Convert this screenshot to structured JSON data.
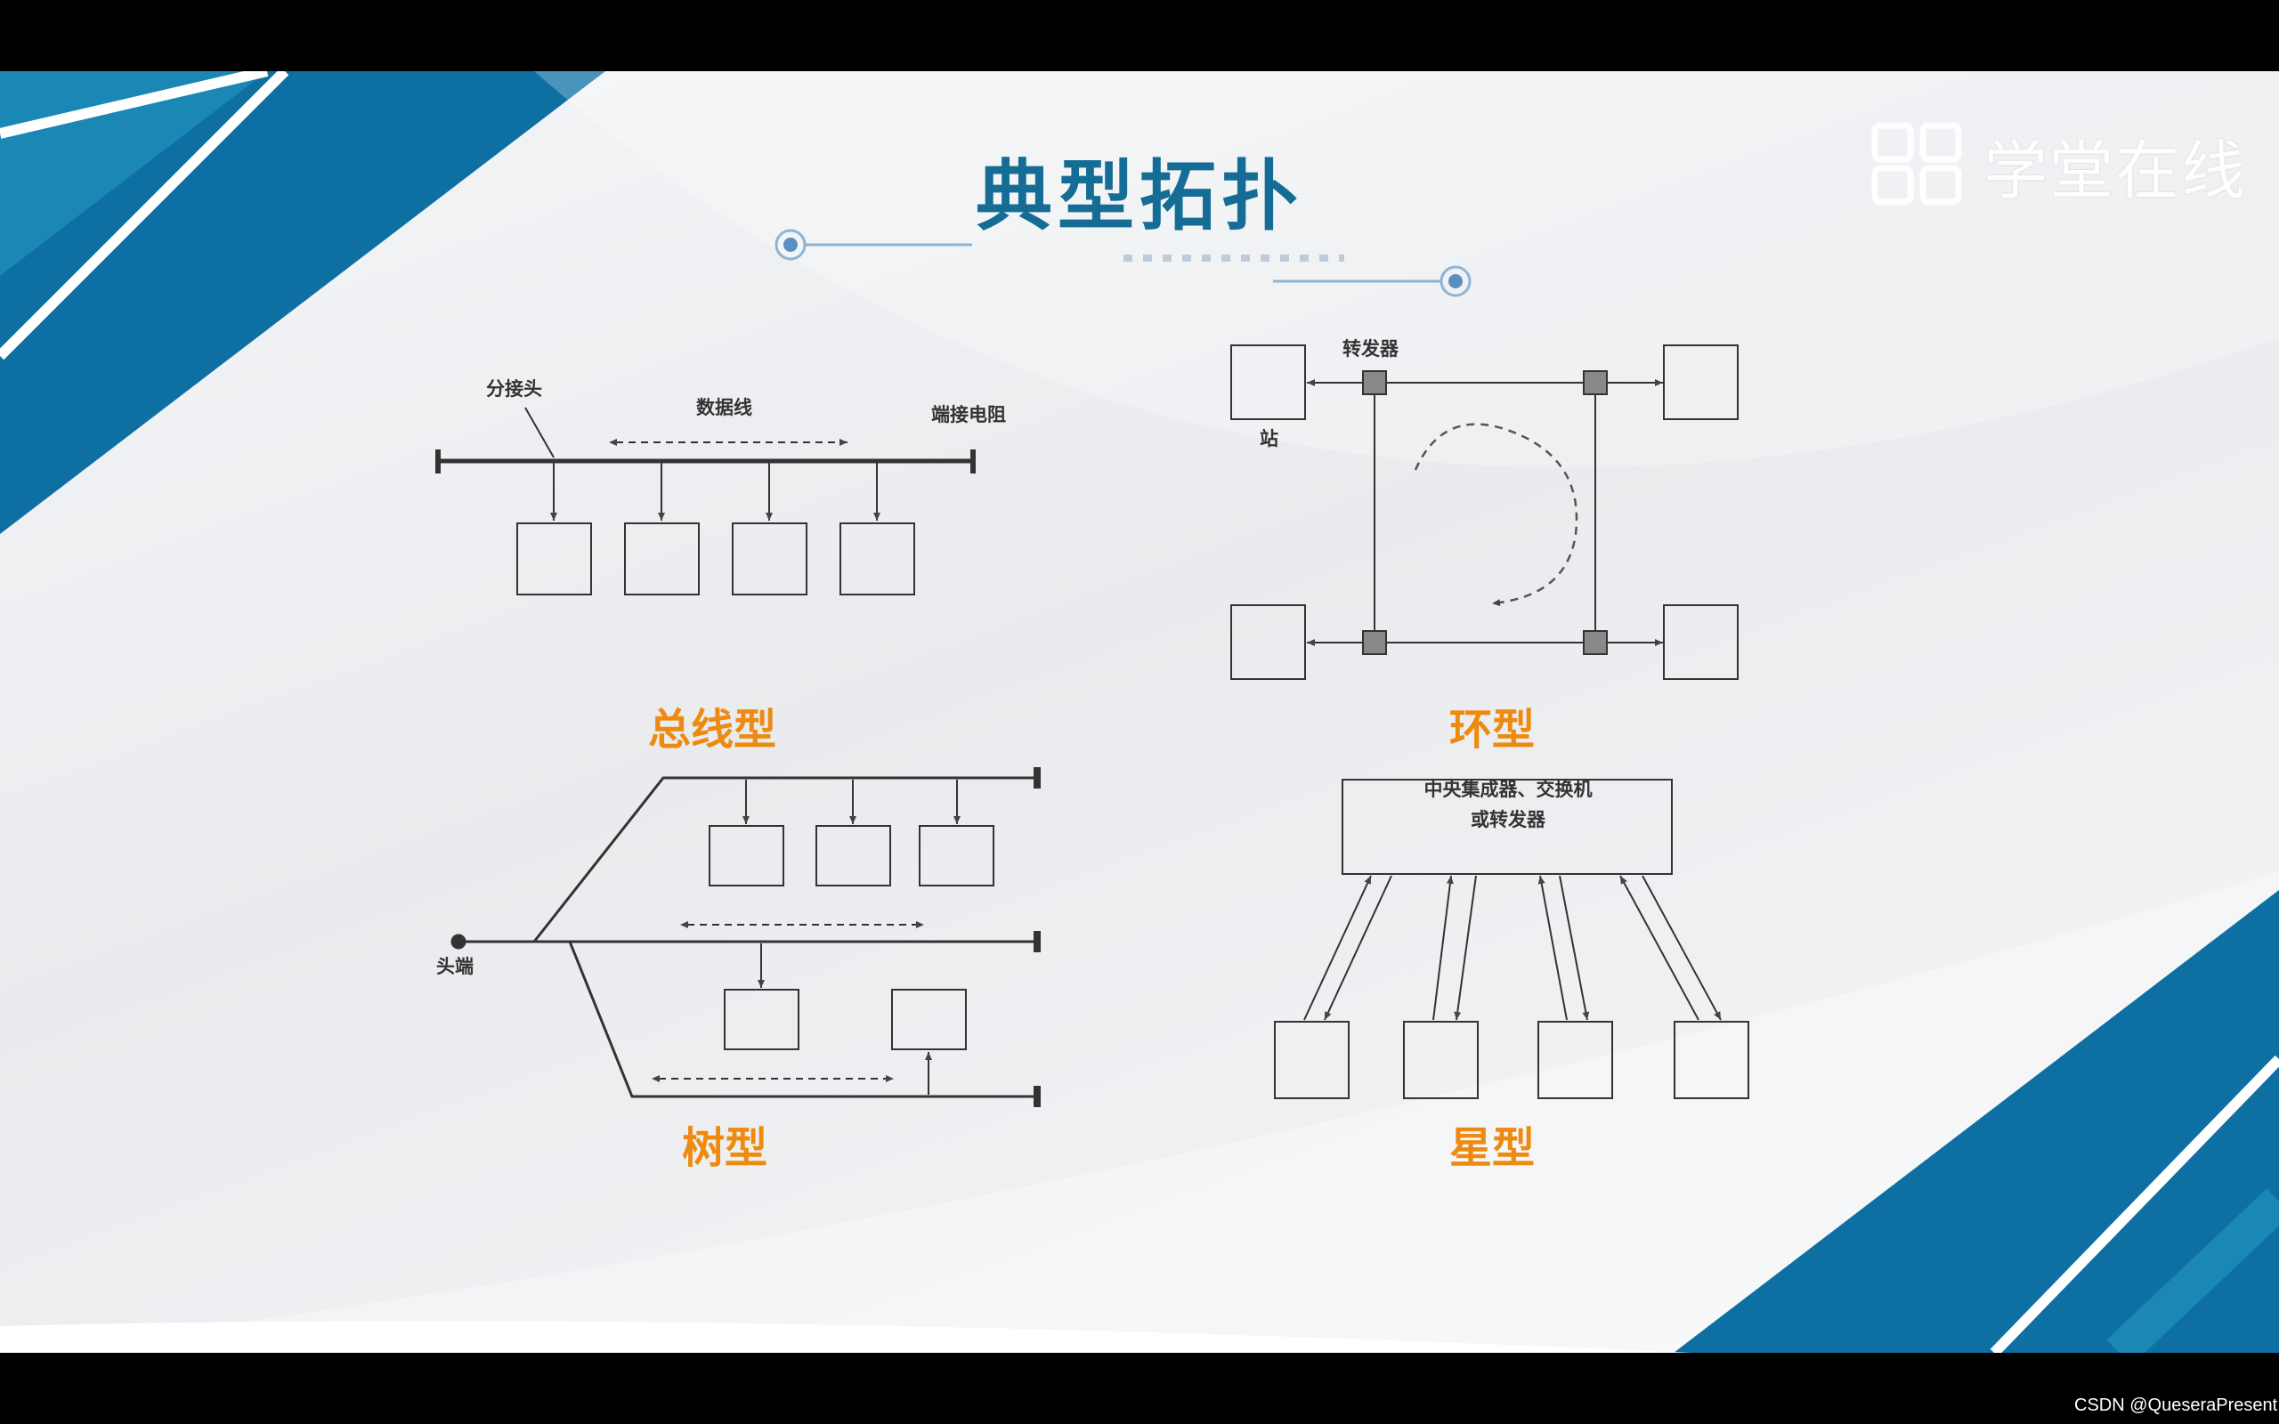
{
  "title": "典型拓扑",
  "logo": {
    "text": "学堂在线",
    "icon": "grid-logo-icon"
  },
  "bus": {
    "tap_label": "分接头",
    "data_line_label": "数据线",
    "terminator_label": "端接电阻",
    "caption": "总线型"
  },
  "ring": {
    "repeater_label": "转发器",
    "station_label": "站",
    "caption": "环型"
  },
  "tree": {
    "headend_label": "头端",
    "caption": "树型"
  },
  "star": {
    "hub_line1": "中央集成器、交换机",
    "hub_line2": "或转发器",
    "caption": "星型"
  },
  "credit": "CSDN @QueseraPresent",
  "colors": {
    "title": "#156d96",
    "caption": "#ee8a10",
    "accent_blue": "#0e6fa3"
  }
}
